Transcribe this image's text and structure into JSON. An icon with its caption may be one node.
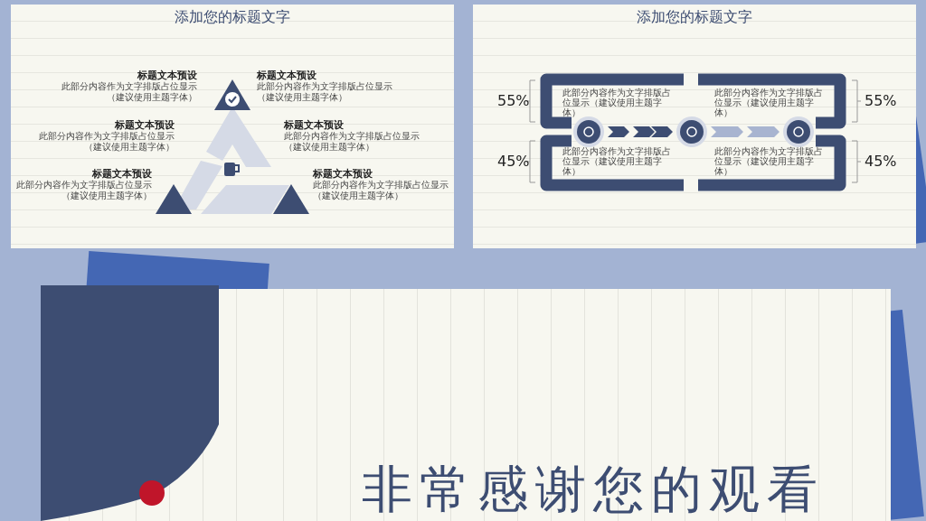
{
  "diagram": {
    "labels": [
      "添加您的标题文字",
      "标题文本预设",
      "此部分内容作为文字排版占位显示（建议使用主题字体）",
      "标题文本预设",
      "此部分内容作为文字排版占位显示（建议使用主题字体）",
      "标题文本预设",
      "此部分内容作为文字排版占位显示（建议使用主题字体）",
      "标题文本预设",
      "此部分内容作为文字排版占位显示（建议使用主题字体）",
      "标题文本预设",
      "此部分内容作为文字排版占位显示（建议使用主题字体）",
      "标题文本预设",
      "此部分内容作为文字排版占位显示（建议使用主题字体）",
      "添加您的标题文字",
      "55%",
      "此部分内容作为文字排版占位显示（建议使用主题字体）",
      "此部分内容作为文字排版占位显示（建议使用主题字体）",
      "55%",
      "45%",
      "此部分内容作为文字排版占位显示（建议使用主题字体）",
      "此部分内容作为文字排版占位显示（建议使用主题字体）",
      "45%",
      "非常感谢您的观看"
    ]
  }
}
